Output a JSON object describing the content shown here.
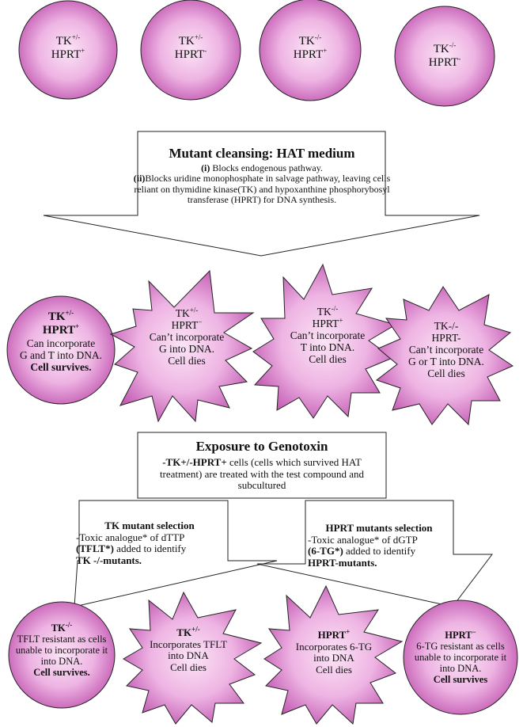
{
  "colors": {
    "fill_center": "#fbe4f6",
    "fill_edge": "#c35bb3",
    "stroke": "#222222"
  },
  "top_cells": [
    {
      "line1_base": "TK",
      "line1_sup": "+/-",
      "line2_base": "HPRT",
      "line2_sup": "+"
    },
    {
      "line1_base": "TK",
      "line1_sup": "+/-",
      "line2_base": "HPRT",
      "line2_sup": "-"
    },
    {
      "line1_base": "TK",
      "line1_sup": "-/-",
      "line2_base": "HPRT",
      "line2_sup": "+"
    },
    {
      "line1_base": "TK",
      "line1_sup": "-/-",
      "line2_base": "HPRT",
      "line2_sup": "-"
    }
  ],
  "hat": {
    "title": "Mutant cleansing: HAT medium",
    "i_label": "(i)",
    "i_text": " Blocks endogenous pathway.",
    "ii_label": "(ii)",
    "ii_text": "Blocks uridine monophosphate in salvage pathway, leaving cells reliant on thymidine kinase(TK) and hypoxanthine phosphorybosyl transferase (HPRT) for DNA synthesis."
  },
  "middle_cells": [
    {
      "l1_base": "TK",
      "l1_sup": "+/-",
      "l2_base": "HPRT",
      "l2_sup": "+",
      "l3": "Can incorporate",
      "l4": "G and T into DNA.",
      "l5": "Cell survives."
    },
    {
      "l1_base": "TK",
      "l1_sup": "+/-",
      "l2_base": "HPRT",
      "l2_sup": "−",
      "l3": "Can’t incorporate",
      "l4": "G into DNA.",
      "l5": "Cell dies"
    },
    {
      "l1_base": "TK",
      "l1_sup": "-/-",
      "l2_base": "HPRT",
      "l2_sup": "+",
      "l3": "Can’t incorporate",
      "l4": "T into DNA.",
      "l5": "Cell dies"
    },
    {
      "l1": "TK-/-",
      "l2": "HPRT-",
      "l3": "Can’t incorporate",
      "l4": "G or T into DNA.",
      "l5": "Cell dies"
    }
  ],
  "genotoxin": {
    "title": "Exposure to Genotoxin",
    "bold_prefix": "-TK+/-HPRT+",
    "text": " cells (cells which survived HAT treatment) are treated with the test compound and subcultured"
  },
  "tk_selection": {
    "title": "TK mutant selection",
    "l1": "-Toxic analogue* of dTTP",
    "l2_bold": "(TFLT*)",
    "l2_rest": " added to identify",
    "l3": "TK -/-mutants."
  },
  "hprt_selection": {
    "title": "HPRT mutants selection",
    "l1": "-Toxic analogue* of dGTP",
    "l2_bold": "(6-TG*)",
    "l2_rest": " added to identify",
    "l3": "HPRT-mutants."
  },
  "bottom_cells": [
    {
      "l1_base": "TK",
      "l1_sup": "-/-",
      "l2": "TFLT resistant as cells",
      "l3": "unable to incorporate it",
      "l4": "into DNA.",
      "l5": "Cell survives."
    },
    {
      "l1_base": "TK",
      "l1_sup": "+/-",
      "l2": "Incorporates TFLT",
      "l3": "into DNA",
      "l4": "Cell dies"
    },
    {
      "l1_base": "HPRT",
      "l1_sup": "+",
      "l2": "Incorporates 6-TG",
      "l3": "into DNA",
      "l4": "Cell dies"
    },
    {
      "l1_base": "HPRT",
      "l1_sup": "−",
      "l2": "6-TG resistant as cells",
      "l3": "unable to incorporate it",
      "l4": "into DNA.",
      "l5": "Cell survives"
    }
  ]
}
